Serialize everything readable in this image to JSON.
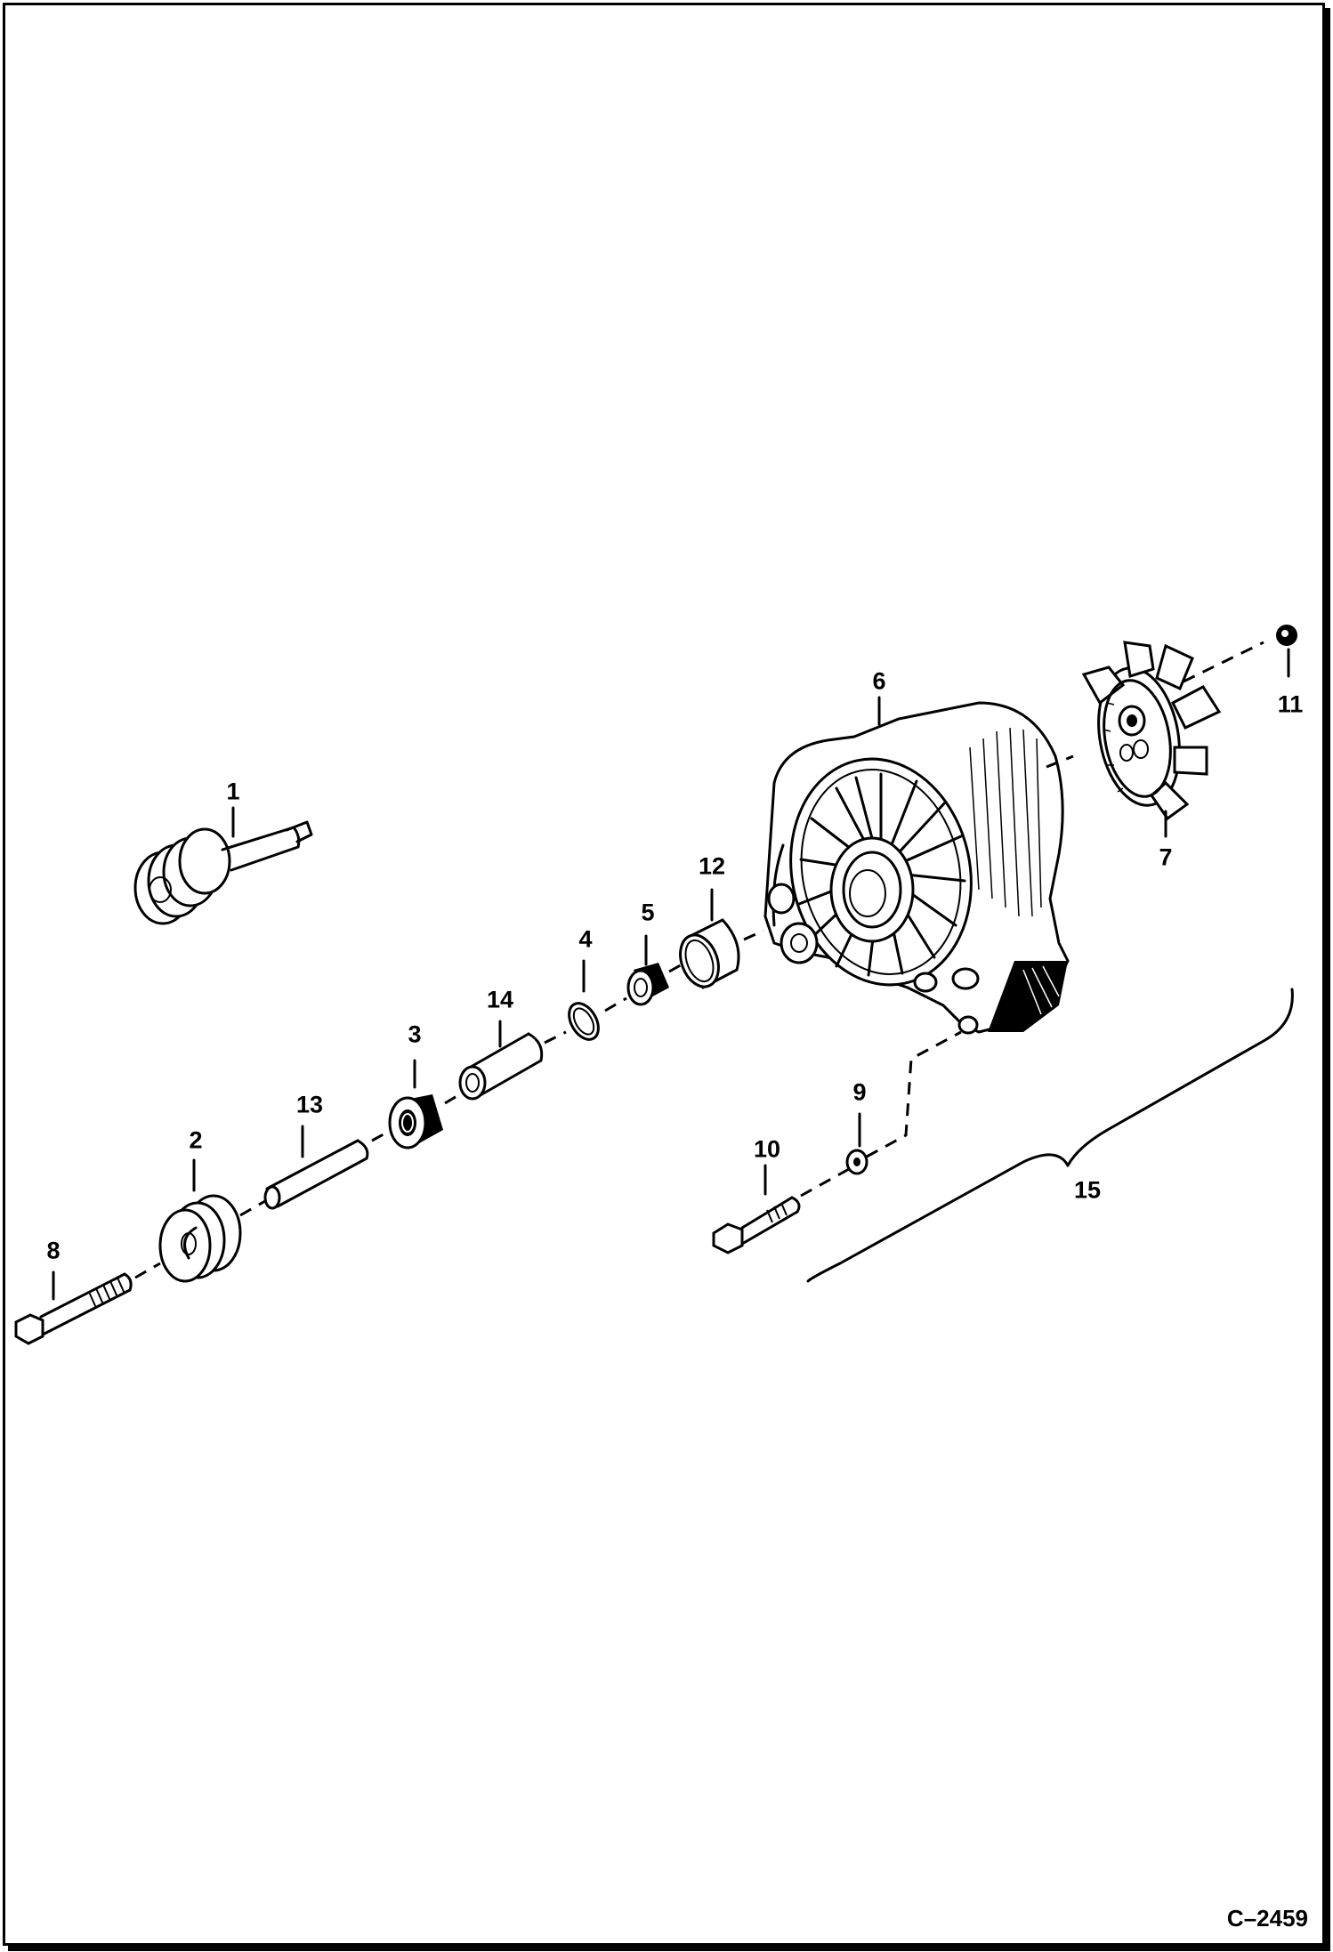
{
  "figure_id": "C–2459",
  "callouts": [
    {
      "key": "p1",
      "label": "1"
    },
    {
      "key": "p2",
      "label": "2"
    },
    {
      "key": "p3",
      "label": "3"
    },
    {
      "key": "p4",
      "label": "4"
    },
    {
      "key": "p5",
      "label": "5"
    },
    {
      "key": "p6",
      "label": "6"
    },
    {
      "key": "p7",
      "label": "7"
    },
    {
      "key": "p8",
      "label": "8"
    },
    {
      "key": "p9",
      "label": "9"
    },
    {
      "key": "p10",
      "label": "10"
    },
    {
      "key": "p11",
      "label": "11"
    },
    {
      "key": "p12",
      "label": "12"
    },
    {
      "key": "p13",
      "label": "13"
    },
    {
      "key": "p14",
      "label": "14"
    },
    {
      "key": "p15",
      "label": "15"
    }
  ]
}
